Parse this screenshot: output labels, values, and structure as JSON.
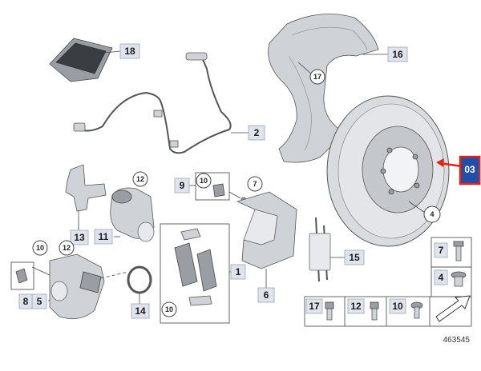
{
  "callouts": {
    "c18": "18",
    "c16": "16",
    "c17_shield": "17",
    "c2": "2",
    "c03": "03",
    "c4_disc": "4",
    "c9": "9",
    "c10_kit": "10",
    "c7_carrier": "7",
    "c12_actuator": "12",
    "c13": "13",
    "c11": "11",
    "c10_caliper": "10",
    "c12_caliper": "12",
    "c8": "8",
    "c5": "5",
    "c14": "14",
    "c1": "1",
    "c10_pads": "10",
    "c6": "6",
    "c15": "15",
    "c7_bolt": "7",
    "c4_bolt": "4",
    "c17_small": "17",
    "c12_small": "12",
    "c10_small": "10"
  },
  "reference_number": "463545",
  "colors": {
    "callout_fill": "#dfe3ec",
    "highlight_red": "#e2231a",
    "highlight_blue": "#1f4fa8"
  },
  "icons": {
    "arrow": "arrow-icon"
  }
}
